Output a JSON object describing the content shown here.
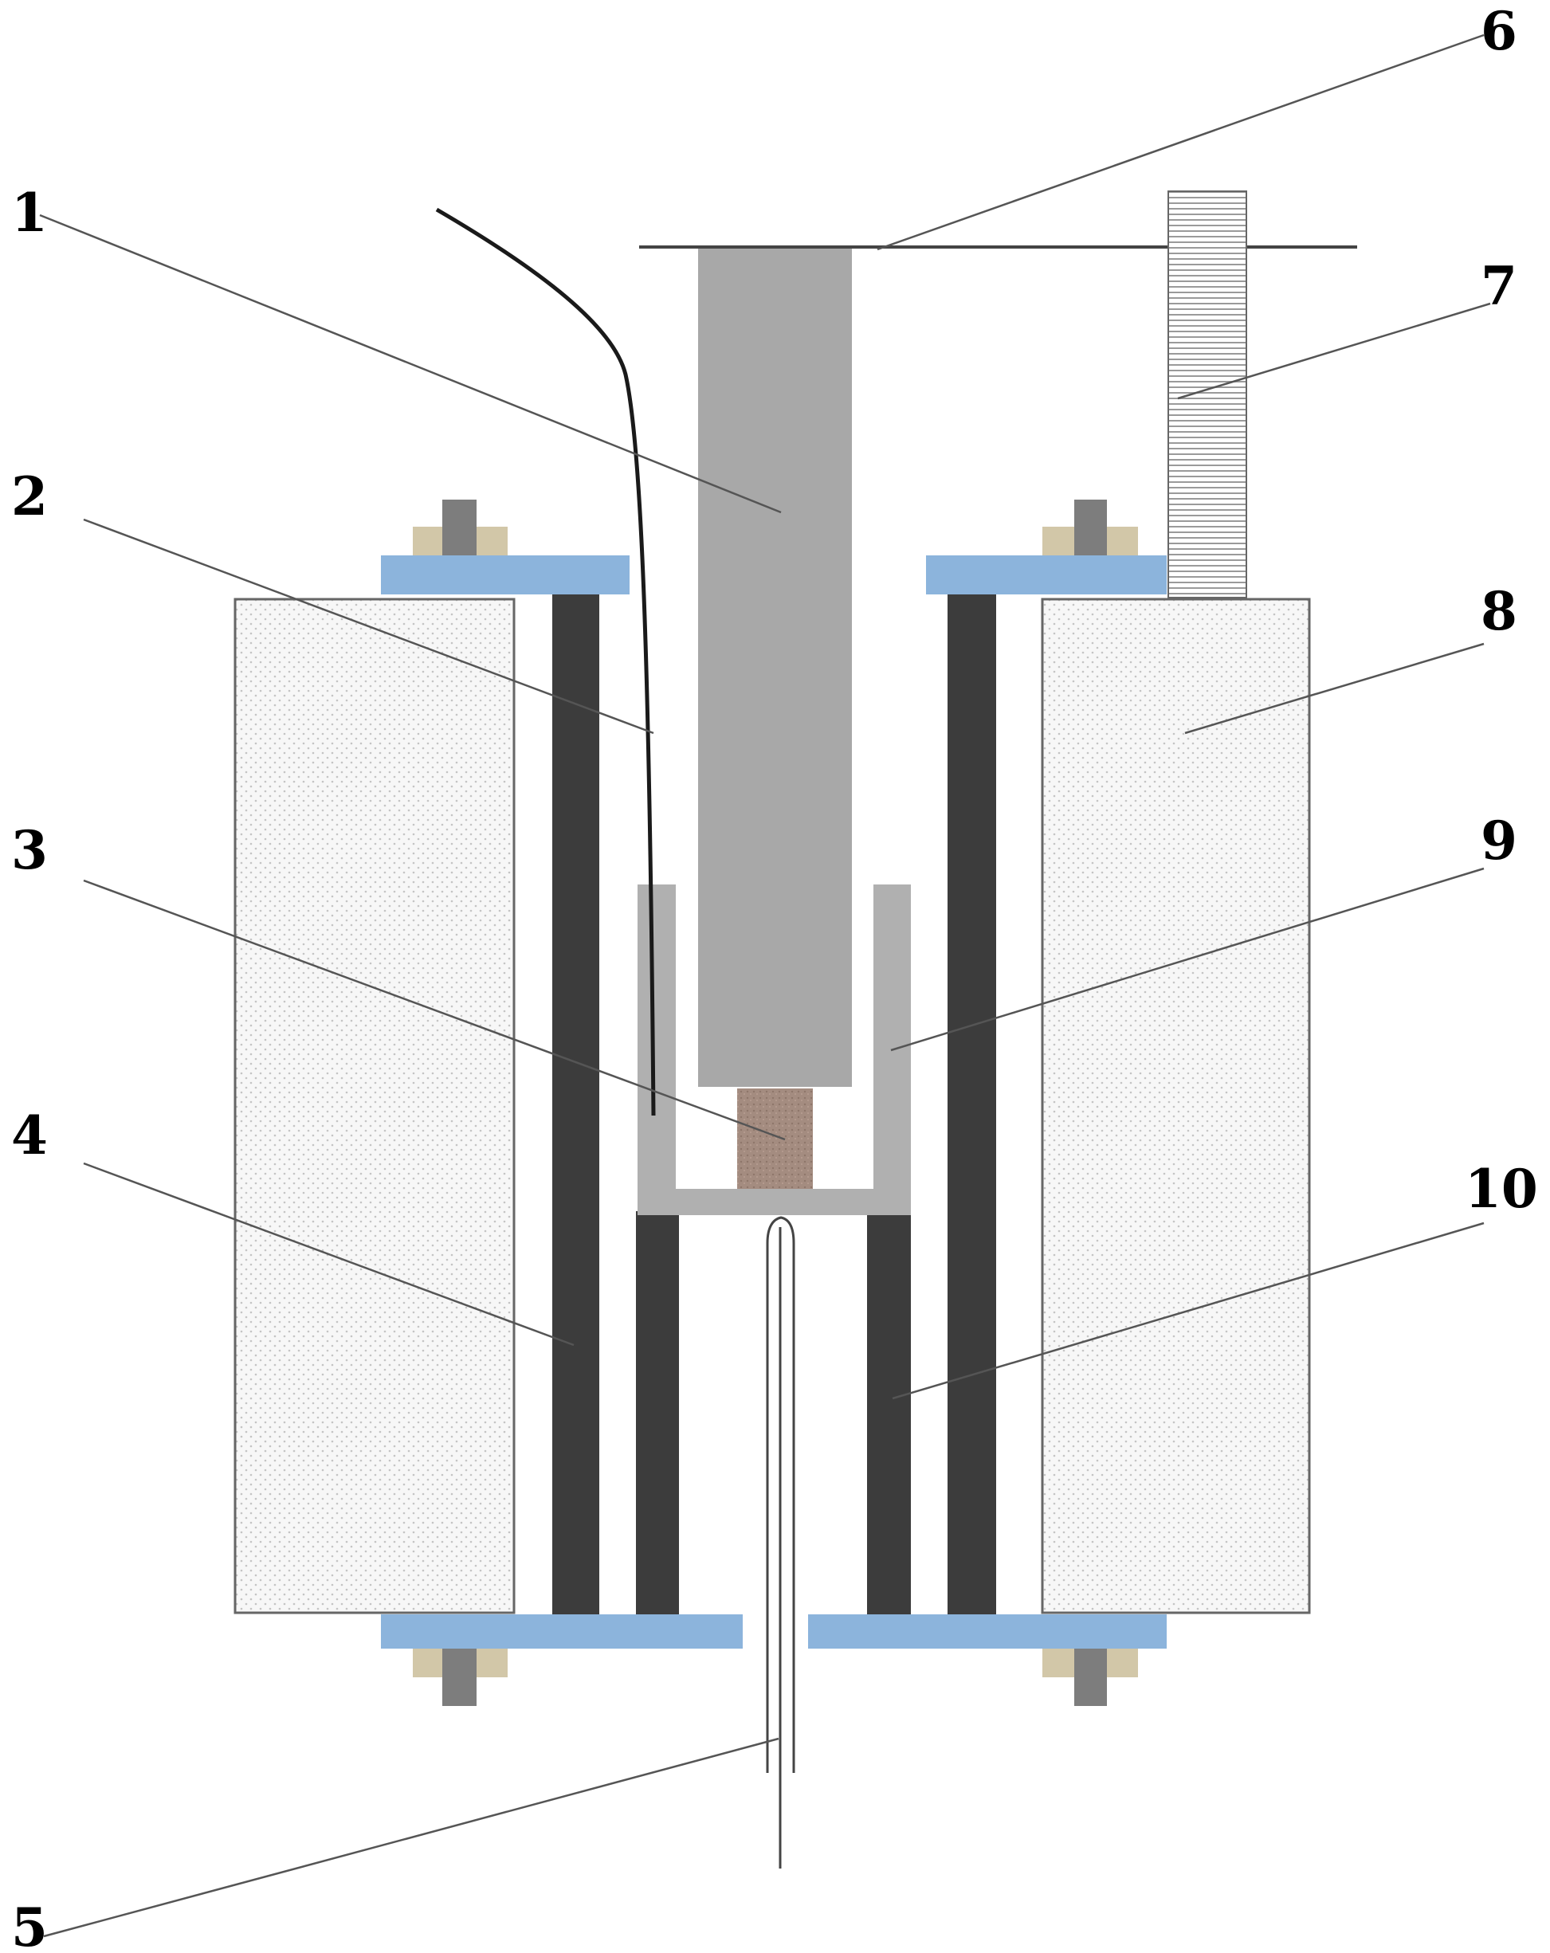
{
  "diagram": {
    "callouts": [
      {
        "id": "1",
        "label": "1"
      },
      {
        "id": "2",
        "label": "2"
      },
      {
        "id": "3",
        "label": "3"
      },
      {
        "id": "4",
        "label": "4"
      },
      {
        "id": "5",
        "label": "5"
      },
      {
        "id": "6",
        "label": "6"
      },
      {
        "id": "7",
        "label": "7"
      },
      {
        "id": "8",
        "label": "8"
      },
      {
        "id": "9",
        "label": "9"
      },
      {
        "id": "10",
        "label": "10"
      }
    ],
    "colors": {
      "insulation_fill": "#f7f7f7",
      "insulation_dots": "#c4c4c4",
      "heating_element": "#3c3c3c",
      "flange": "#8cb4dc",
      "nut": "#d2c7a8",
      "bolt": "#7d7d7d",
      "ram": "#a8a8a8",
      "crucible": "#b0b0b0",
      "sample": "#a48c80",
      "outline": "#555555"
    }
  }
}
